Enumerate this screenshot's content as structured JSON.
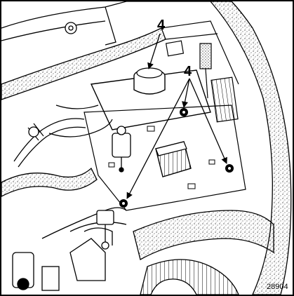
{
  "figure": {
    "callouts": [
      {
        "label": "4"
      },
      {
        "label": "4"
      }
    ],
    "reference_code": "28904",
    "colors": {
      "ink": "#000000",
      "paper": "#ffffff"
    }
  }
}
